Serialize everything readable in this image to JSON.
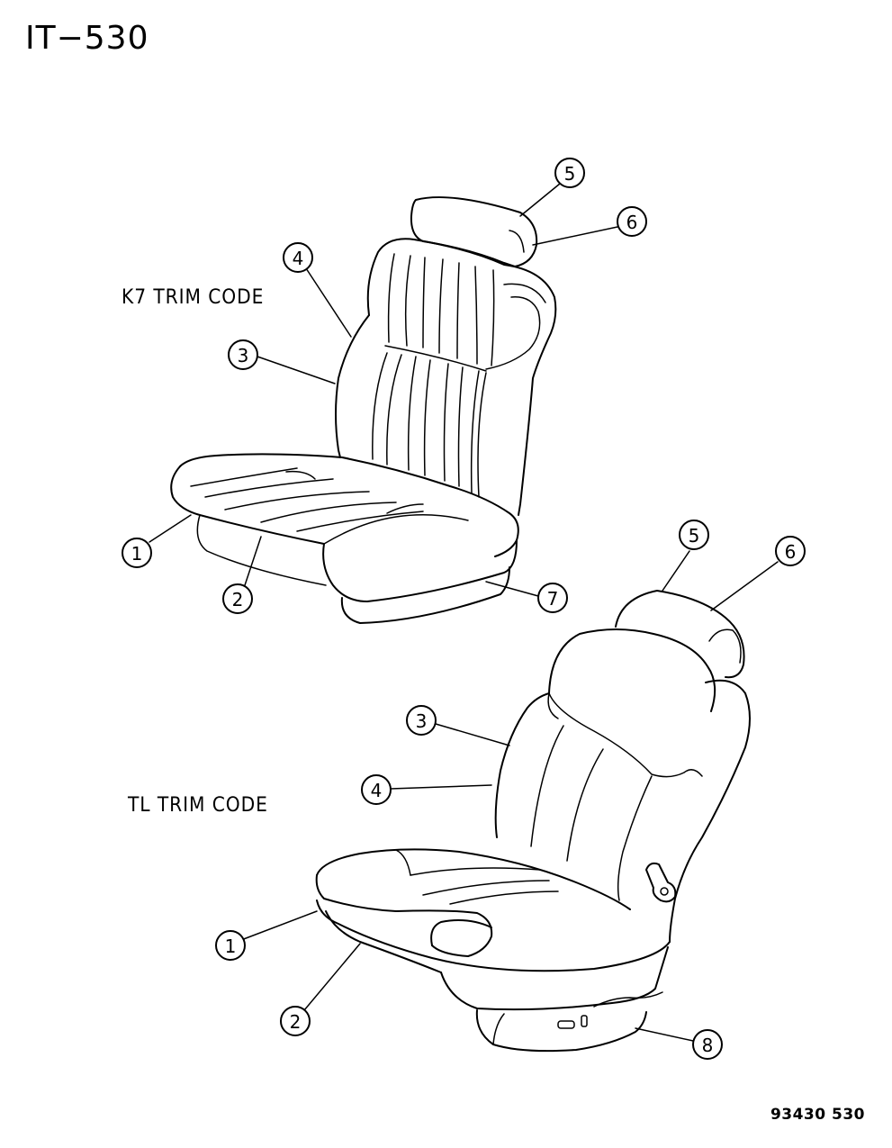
{
  "header": {
    "page_id": "IT−530"
  },
  "sections": {
    "k7": {
      "label": "K7 TRIM CODE"
    },
    "tl": {
      "label": "TL TRIM CODE"
    }
  },
  "callouts": {
    "k7": [
      "1",
      "2",
      "3",
      "4",
      "5",
      "6",
      "7"
    ],
    "tl": [
      "1",
      "2",
      "3",
      "4",
      "5",
      "6",
      "8"
    ]
  },
  "footer": {
    "doc_number": "93430 530"
  }
}
